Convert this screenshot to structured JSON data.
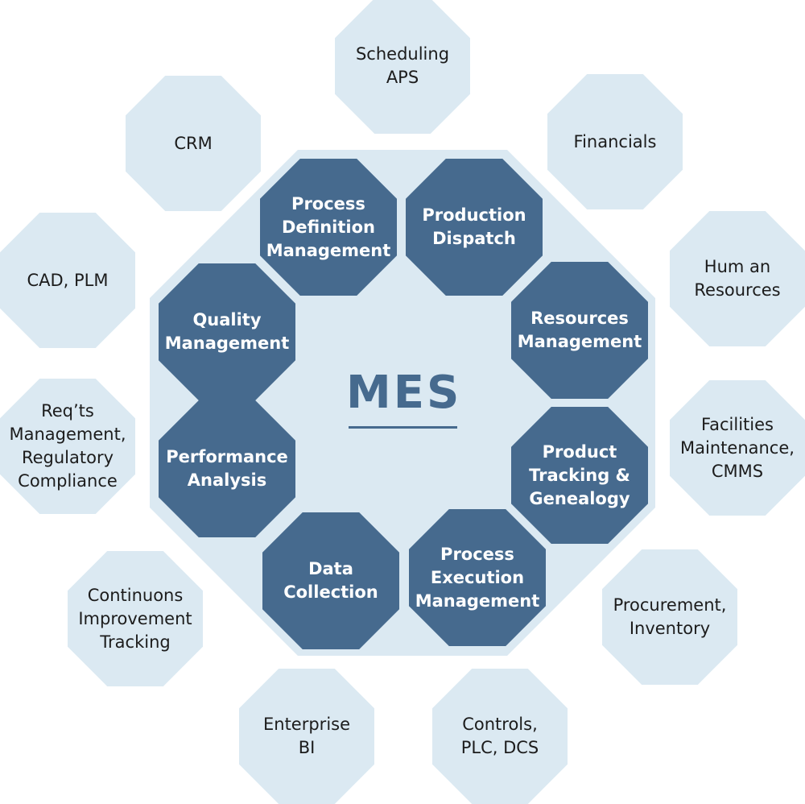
{
  "center": {
    "title": "MES"
  },
  "colors": {
    "outer_fill": "#dbe9f2",
    "inner_fill": "#466a8e",
    "center_text": "#466a8e"
  },
  "outer_nodes": [
    {
      "label": "Scheduling\nAPS"
    },
    {
      "label": "Financials"
    },
    {
      "label": "Hum an\nResources"
    },
    {
      "label": "Facilities\nMaintenance,\nCMMS"
    },
    {
      "label": "Procurement,\nInventory"
    },
    {
      "label": "Controls,\nPLC, DCS"
    },
    {
      "label": "Enterprise\nBI"
    },
    {
      "label": "Continuons\nImprovement\nTracking"
    },
    {
      "label": "Req’ts\nManagement,\nRegulatory\nCompliance"
    },
    {
      "label": "CAD, PLM"
    },
    {
      "label": "CRM"
    }
  ],
  "inner_nodes": [
    {
      "label": "Process\nDefinition\nManagement"
    },
    {
      "label": "Production\nDispatch"
    },
    {
      "label": "Resources\nManagement"
    },
    {
      "label": "Product\nTracking &\nGenealogy"
    },
    {
      "label": "Process\nExecution\nManagement"
    },
    {
      "label": "Data\nCollection"
    },
    {
      "label": "Performance\nAnalysis"
    },
    {
      "label": "Quality\nManagement"
    }
  ]
}
